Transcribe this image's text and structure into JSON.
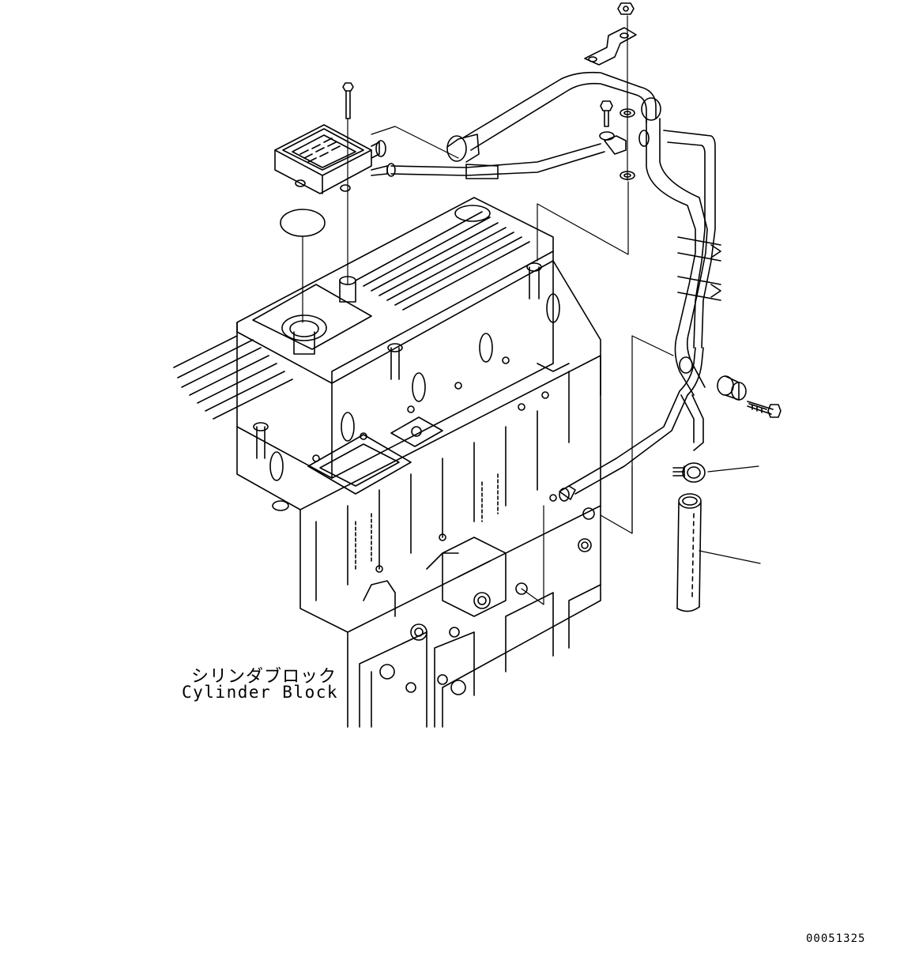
{
  "diagram": {
    "labels": {
      "cylinder_block_ja": "シリンダブロック",
      "cylinder_block_en": "Cylinder Block"
    },
    "figure_number": "00051325",
    "parts": [
      {
        "name": "breather-separator-icon"
      },
      {
        "name": "breather-hose-icon"
      },
      {
        "name": "hose-clamp-icon"
      },
      {
        "name": "bracket-icon"
      },
      {
        "name": "bolt-icon"
      },
      {
        "name": "nut-icon"
      },
      {
        "name": "washer-icon"
      },
      {
        "name": "gasket-icon"
      },
      {
        "name": "spacer-icon"
      },
      {
        "name": "tube-icon"
      }
    ],
    "line_color": "#000000",
    "background": "#ffffff"
  }
}
